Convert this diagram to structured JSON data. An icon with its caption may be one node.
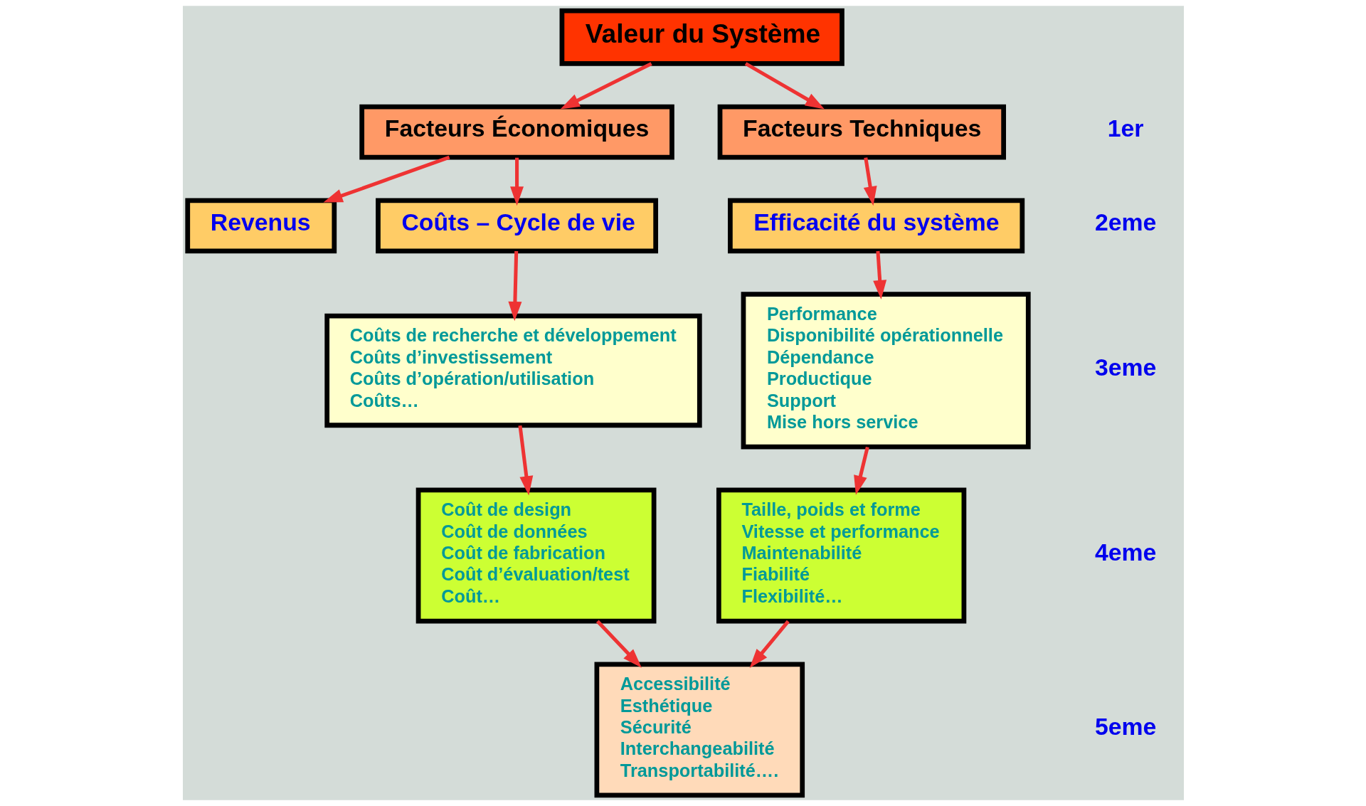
{
  "diagram": {
    "nodes": [
      {
        "text": [
          "Valeur du Système"
        ]
      },
      {
        "text": [
          "Facteurs Économiques"
        ]
      },
      {
        "text": [
          "Facteurs Techniques"
        ]
      },
      {
        "text": [
          "Revenus"
        ]
      },
      {
        "text": [
          "Coûts – Cycle de vie"
        ]
      },
      {
        "text": [
          "Efficacité du système"
        ]
      },
      {
        "text": [
          "Coûts de recherche et développement",
          "Coûts d’investissement",
          "Coûts d’opération/utilisation",
          "Coûts…"
        ]
      },
      {
        "text": [
          "Performance",
          "Disponibilité opérationnelle",
          "Dépendance",
          "Productique",
          "Support",
          "Mise hors service"
        ]
      },
      {
        "text": [
          "Coût de design",
          "Coût de données",
          "Coût de fabrication",
          "Coût d’évaluation/test",
          "Coût…"
        ]
      },
      {
        "text": [
          "Taille, poids et forme",
          "Vitesse et performance",
          "Maintenabilité",
          "Fiabilité",
          "Flexibilité…"
        ]
      },
      {
        "text": [
          "Accessibilité",
          "Esthétique",
          "Sécurité",
          "Interchangeabilité",
          "Transportabilité…."
        ]
      }
    ],
    "edges": [
      {
        "from": 0,
        "to": 1,
        "arrow": "to"
      },
      {
        "from": 0,
        "to": 2,
        "arrow": "to"
      },
      {
        "from": 1,
        "to": 3,
        "arrow": "to"
      },
      {
        "from": 1,
        "to": 4,
        "arrow": "to"
      },
      {
        "from": 2,
        "to": 5,
        "arrow": "to"
      },
      {
        "from": 4,
        "to": 6,
        "arrow": "to"
      },
      {
        "from": 5,
        "to": 7,
        "arrow": "to"
      },
      {
        "from": 6,
        "to": 8,
        "arrow": "to"
      },
      {
        "from": 7,
        "to": 9,
        "arrow": "to"
      },
      {
        "from": 8,
        "to": 10,
        "arrow": "to"
      },
      {
        "from": 9,
        "to": 10,
        "arrow": "to"
      }
    ],
    "labels": [
      "1er",
      "2eme",
      "3eme",
      "4eme",
      "5eme"
    ]
  }
}
